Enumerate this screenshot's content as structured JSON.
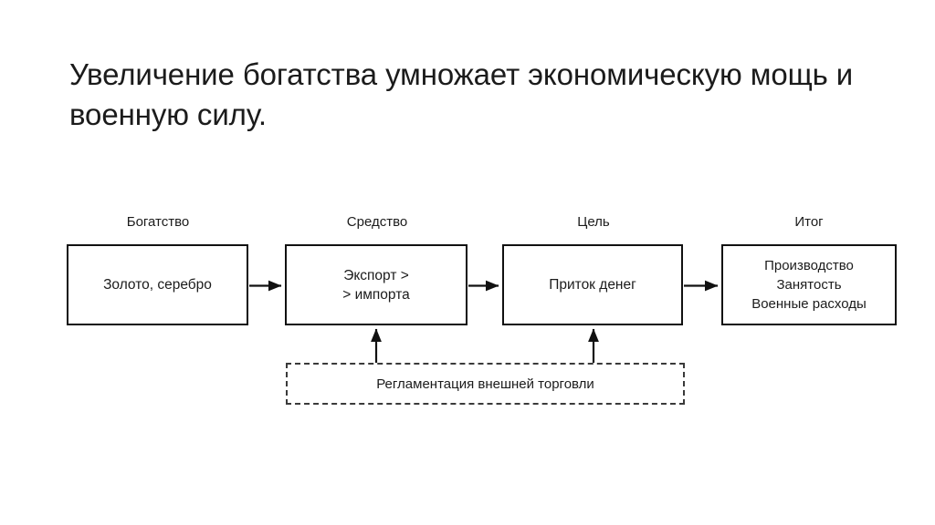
{
  "slide": {
    "title": "Увеличение богатства умножает экономическую мощь и военную силу.",
    "background_color": "#ffffff",
    "text_color": "#1b1b1b"
  },
  "diagram": {
    "type": "flow-chart",
    "stroke_color": "#111111",
    "dashed_stroke_color": "#3a3a3a",
    "captions": [
      {
        "id": "wealth",
        "label": "Богатство"
      },
      {
        "id": "means",
        "label": "Средство"
      },
      {
        "id": "goal",
        "label": "Цель"
      },
      {
        "id": "result",
        "label": "Итог"
      }
    ],
    "nodes": [
      {
        "id": "wealth",
        "text": "Золото, серебро",
        "style": "solid"
      },
      {
        "id": "means",
        "text": "Экспорт >\n> импорта",
        "style": "solid"
      },
      {
        "id": "goal",
        "text": "Приток денег",
        "style": "solid"
      },
      {
        "id": "result",
        "text": "Производство\nЗанятость\nВоенные расходы",
        "style": "solid"
      },
      {
        "id": "regulation",
        "text": "Регламентация внешней торговли",
        "style": "dashed"
      }
    ],
    "edges": [
      {
        "from": "wealth",
        "to": "means",
        "direction": "right"
      },
      {
        "from": "means",
        "to": "goal",
        "direction": "right"
      },
      {
        "from": "goal",
        "to": "result",
        "direction": "right"
      },
      {
        "from": "regulation",
        "to": "means",
        "direction": "up"
      },
      {
        "from": "regulation",
        "to": "goal",
        "direction": "up"
      }
    ]
  }
}
